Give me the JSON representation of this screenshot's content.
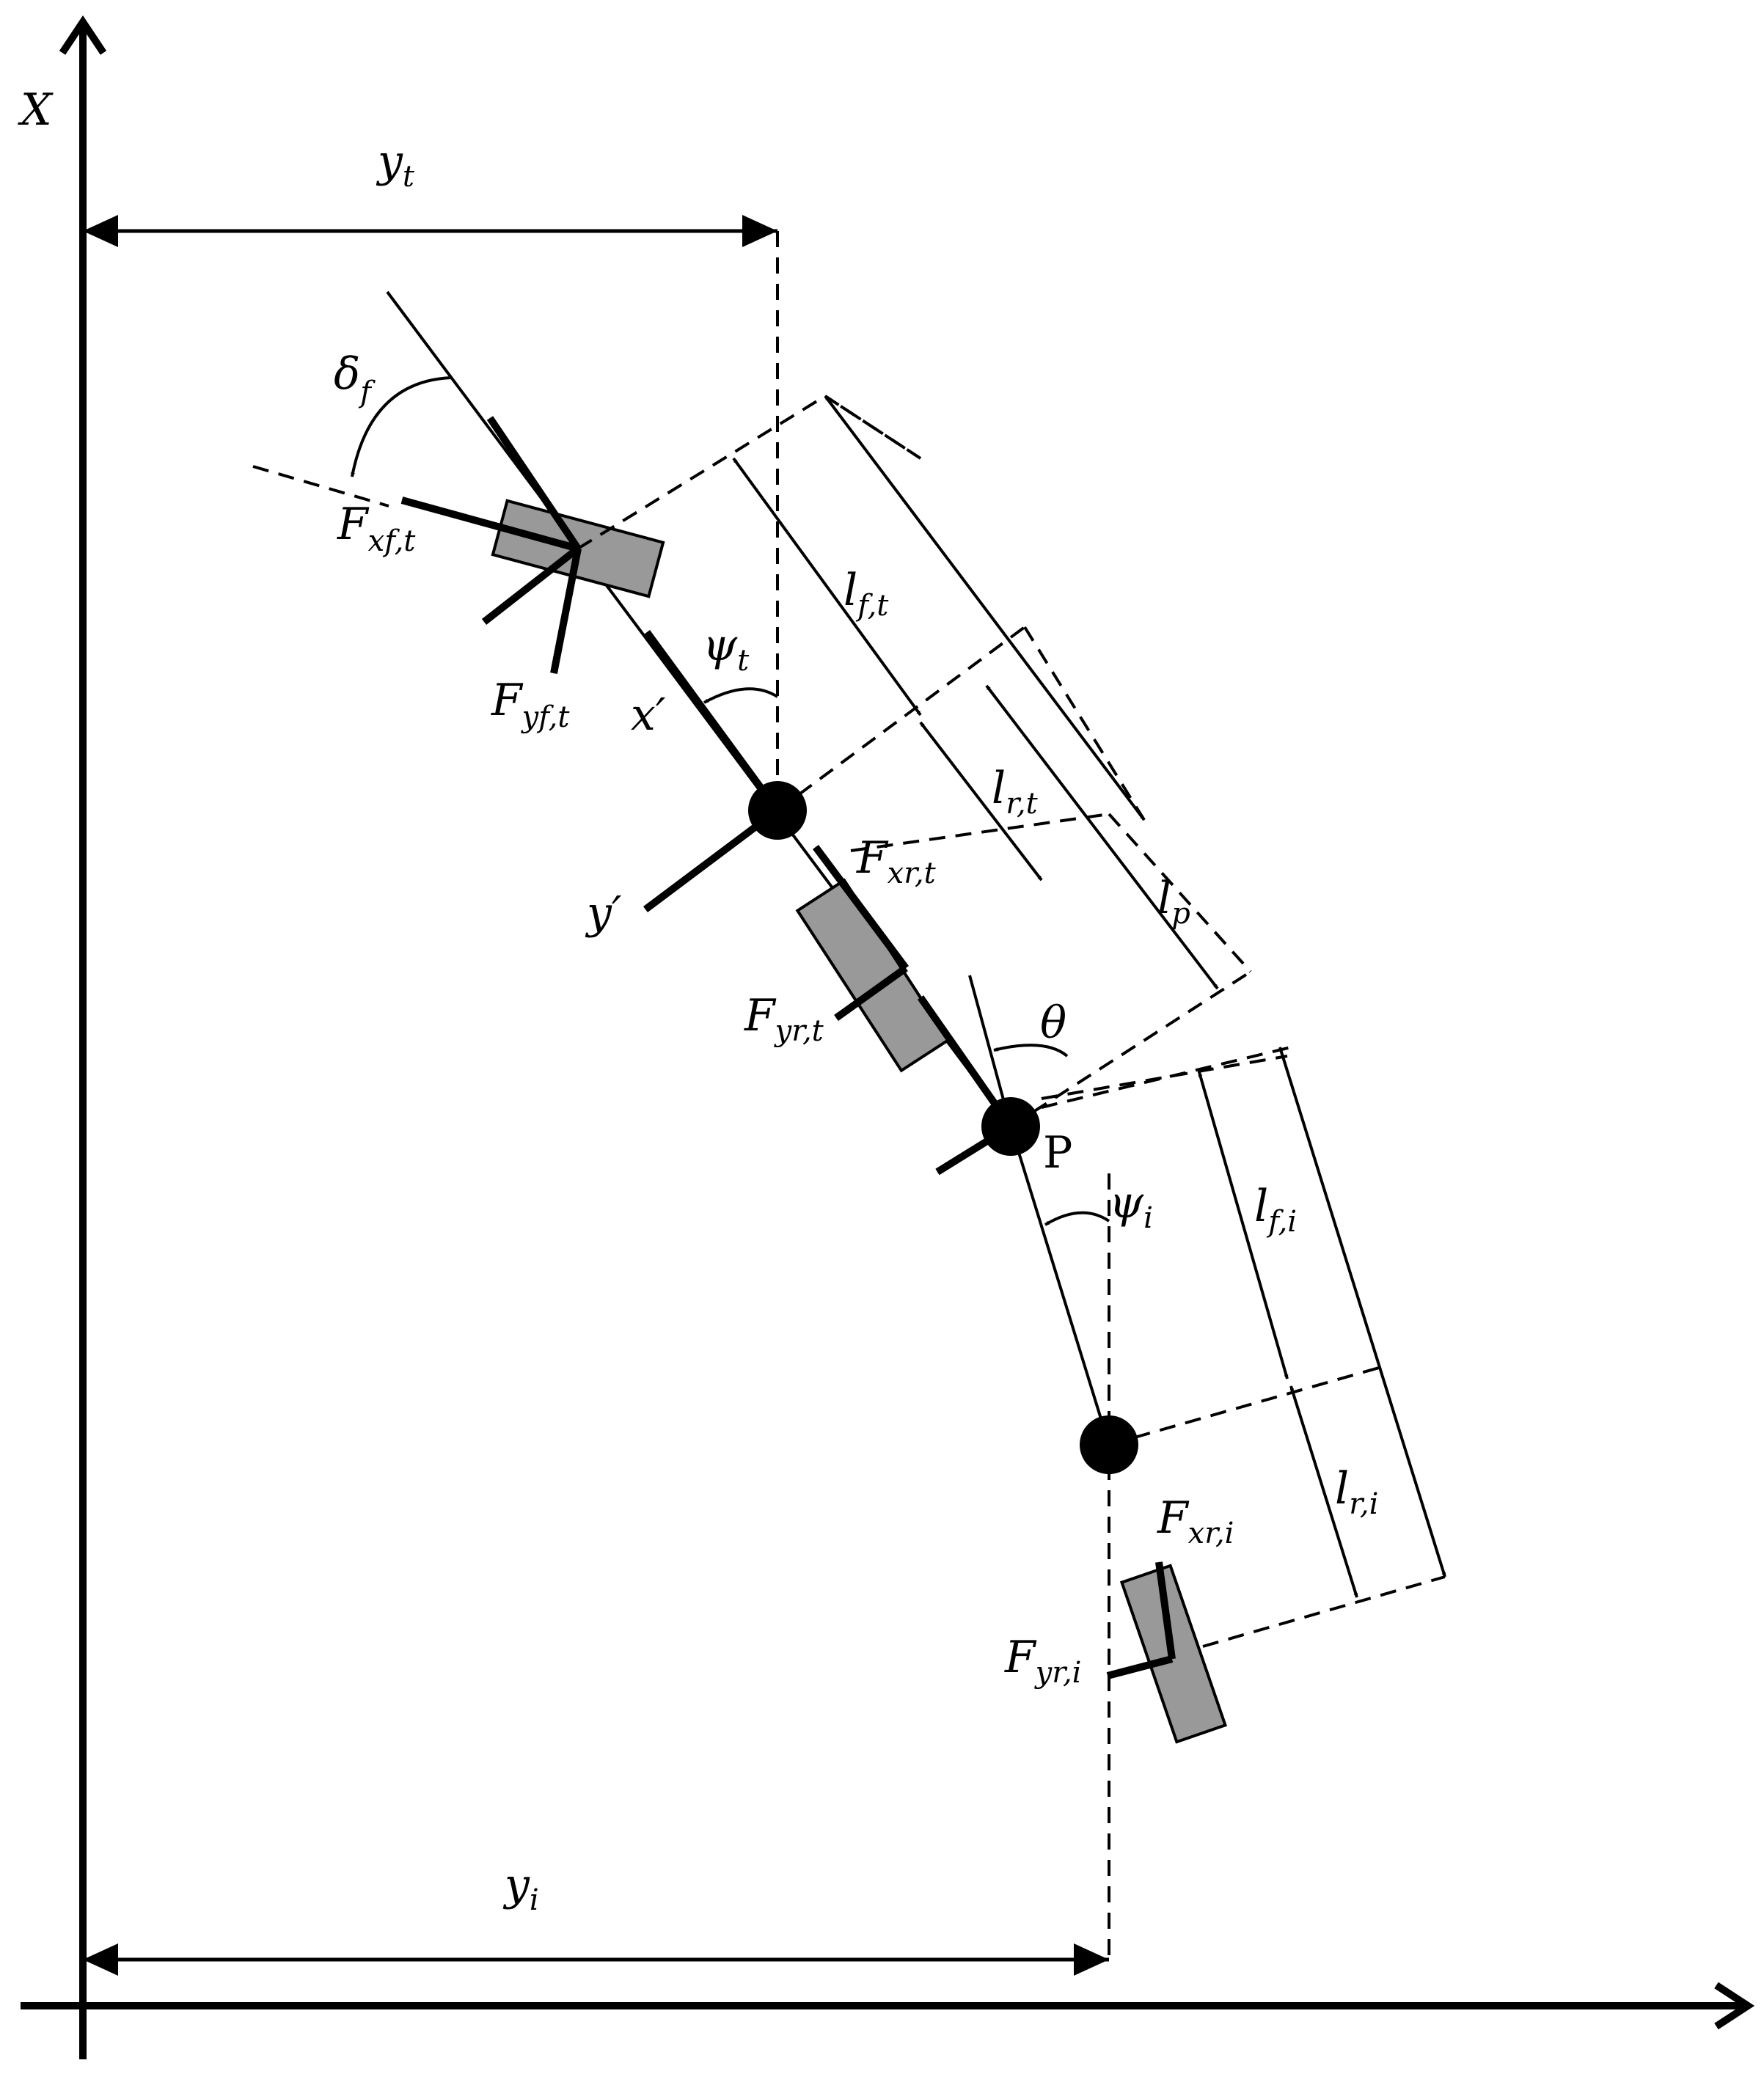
{
  "labels": {
    "X": "X",
    "y_t": {
      "main": "y",
      "sub": "t"
    },
    "y_i": {
      "main": "y",
      "sub": "i"
    },
    "delta_f": {
      "main": "δ",
      "sub": "f"
    },
    "F_xf_t": {
      "main": "F",
      "sub": "xf,t"
    },
    "F_yf_t": {
      "main": "F",
      "sub": "yf,t"
    },
    "psi_t": {
      "main": "ψ",
      "sub": "t"
    },
    "x_prime": "x′",
    "y_prime": "y′",
    "l_f_t": {
      "main": "l",
      "sub": "f,t"
    },
    "l_r_t": {
      "main": "l",
      "sub": "r,t"
    },
    "l_p": {
      "main": "l",
      "sub": "p"
    },
    "F_xr_t": {
      "main": "F",
      "sub": "xr,t"
    },
    "F_yr_t": {
      "main": "F",
      "sub": "yr,t"
    },
    "theta": "θ",
    "P": "P",
    "psi_i": {
      "main": "ψ",
      "sub": "i"
    },
    "l_f_i": {
      "main": "l",
      "sub": "f,i"
    },
    "l_r_i": {
      "main": "l",
      "sub": "r,i"
    },
    "F_xr_i": {
      "main": "F",
      "sub": "xr,i"
    },
    "F_yr_i": {
      "main": "F",
      "sub": "yr,i"
    }
  },
  "colors": {
    "line": "#000000",
    "wheel_fill": "#999999",
    "background": "#ffffff"
  }
}
